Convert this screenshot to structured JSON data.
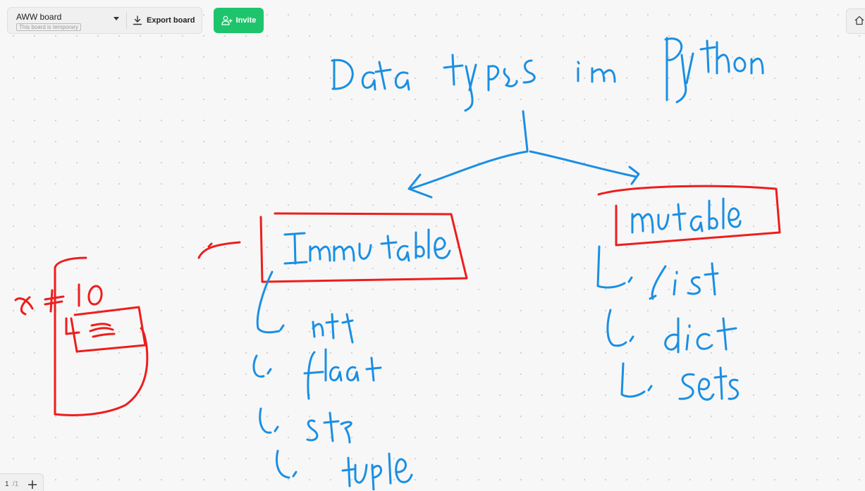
{
  "board": {
    "name": "AWW board",
    "temporary_notice": "This board is temporary",
    "export_label": "Export board",
    "invite_label": "Invite"
  },
  "pagination": {
    "current": "1",
    "total": "/1"
  },
  "colors": {
    "ink_blue": "#1a8fe3",
    "ink_red": "#ee1d1d",
    "invite_green": "#1ec46b"
  },
  "icons": {
    "dropdown": "chevron-down-icon",
    "export": "download-icon",
    "invite": "add-user-icon",
    "home": "home-icon",
    "add_page": "plus-icon"
  },
  "canvas": {
    "handwriting": {
      "title": "Data types in python",
      "immutable": "Immutable",
      "mutable": "mutable",
      "immutable_items": [
        "int",
        "float",
        "str",
        "tuple"
      ],
      "mutable_items": [
        "list",
        "dict",
        "sets"
      ],
      "assignment": "x = 10"
    }
  }
}
